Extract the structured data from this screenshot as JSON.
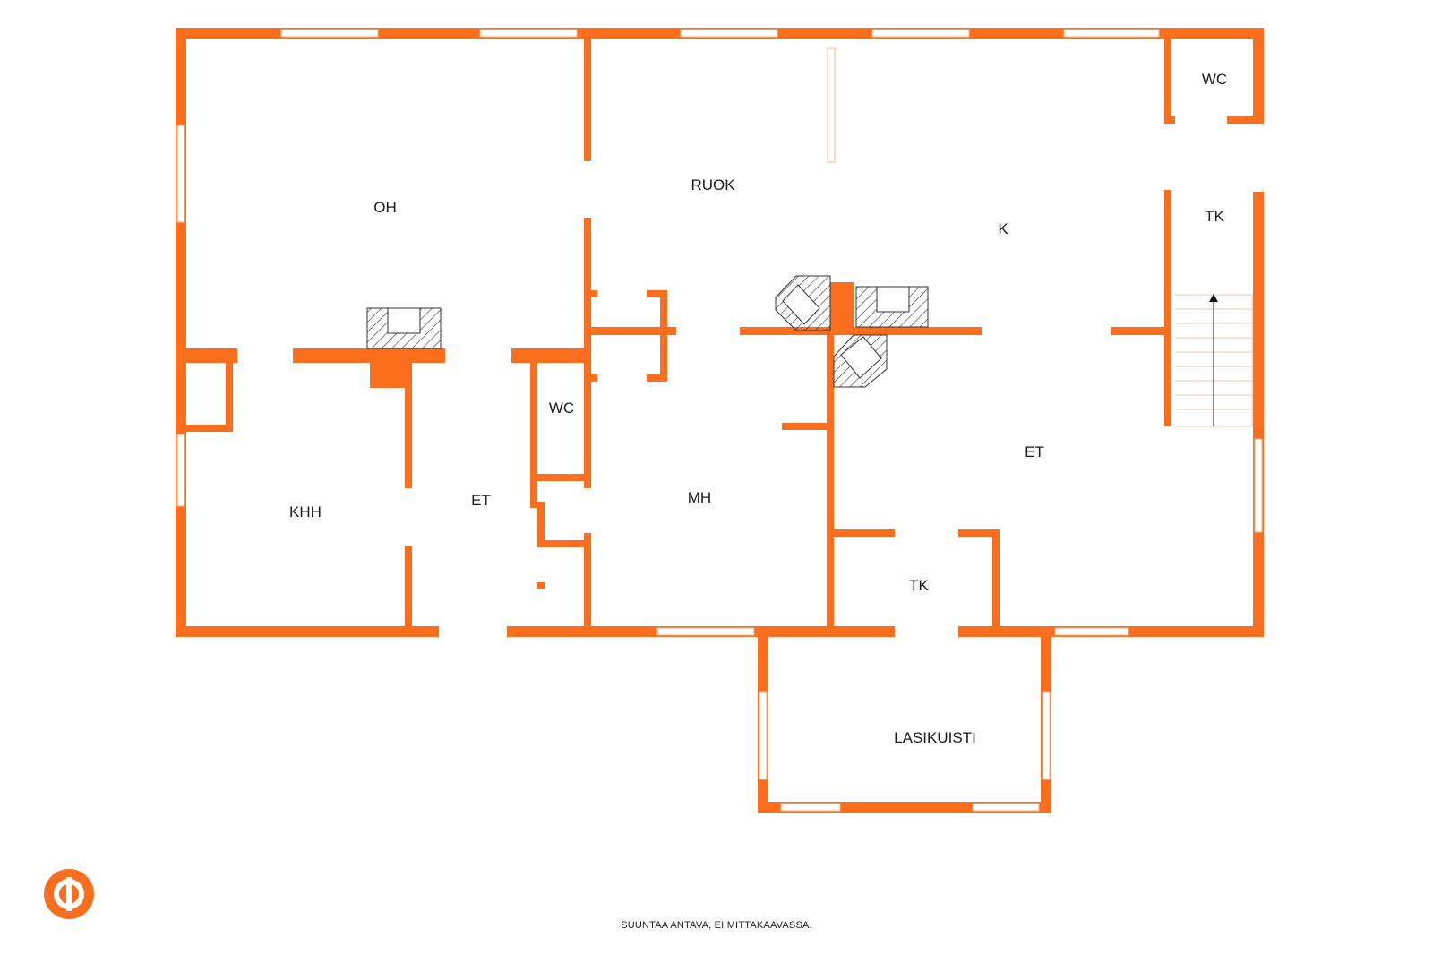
{
  "colors": {
    "wall": "#fa6e1e",
    "window_line": "#f3b58a",
    "hatch": "#333333",
    "text": "#1a1a1a"
  },
  "rooms": {
    "oh": "OH",
    "ruok": "RUOK",
    "k": "K",
    "wc_top": "WC",
    "tk_stair": "TK",
    "khh": "KHH",
    "et_left": "ET",
    "wc_mid": "WC",
    "mh": "MH",
    "et_right": "ET",
    "tk_bottom": "TK",
    "lasikuisti": "LASIKUISTI"
  },
  "footer": {
    "note": "SUUNTAA ANTAVA, EI MITTAKAAVASSA."
  },
  "logo": {
    "icon": "op-logo-icon"
  }
}
